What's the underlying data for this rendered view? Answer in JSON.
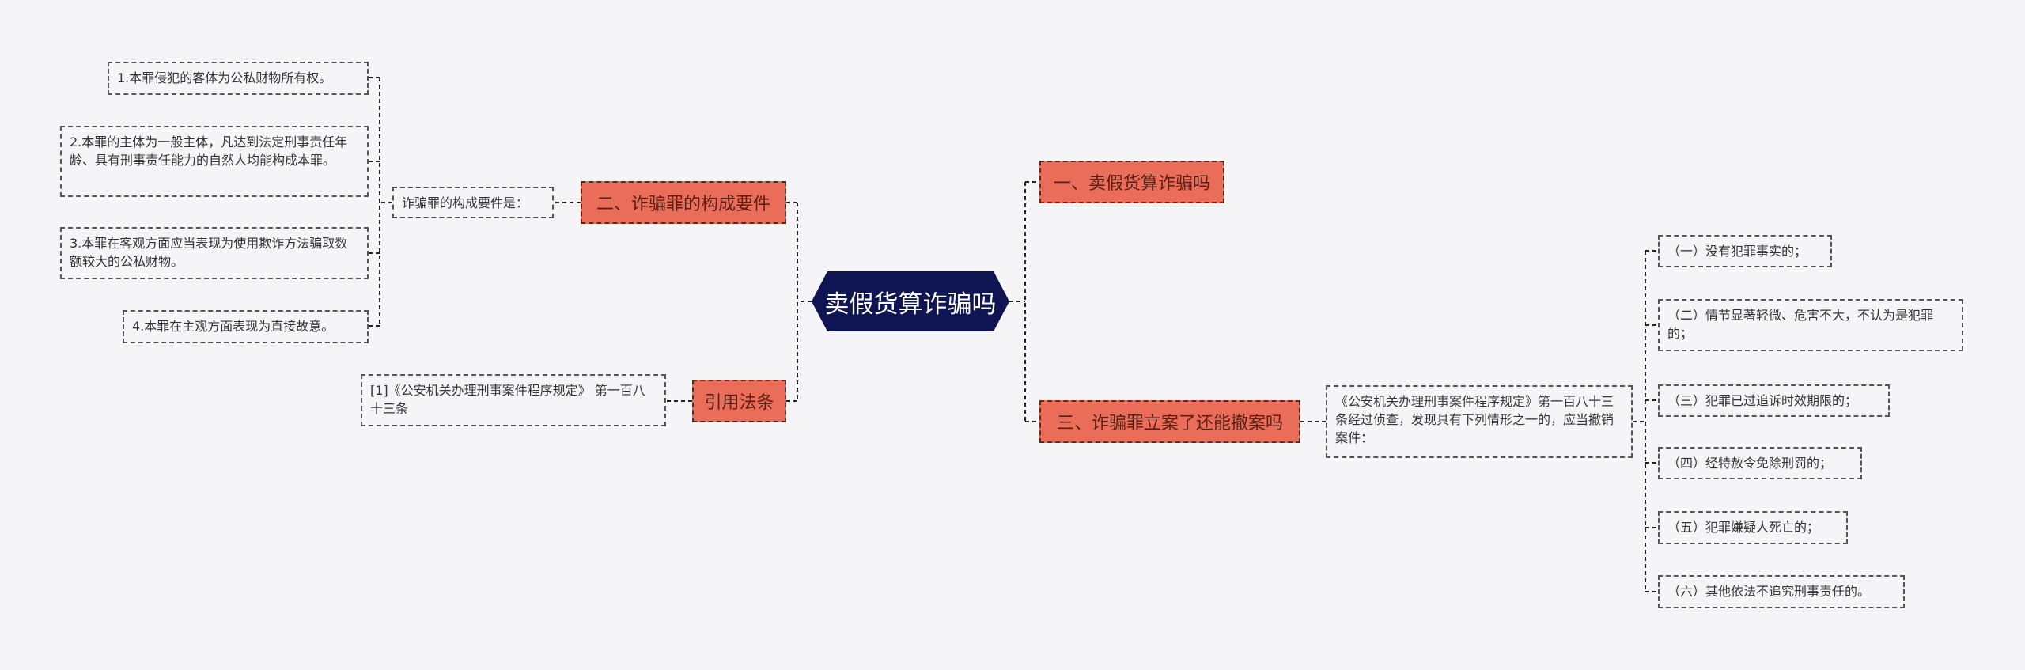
{
  "root": {
    "label": "卖假货算诈骗吗"
  },
  "branches": {
    "b1": "一、卖假货算诈骗吗",
    "b2": "二、诈骗罪的构成要件",
    "b3": "三、诈骗罪立案了还能撤案吗",
    "b4": "引用法条"
  },
  "left_mid": "诈骗罪的构成要件是：",
  "elements": [
    "1.本罪侵犯的客体为公私财物所有权。",
    "2.本罪的主体为一般主体，凡达到法定刑事责任年龄、具有刑事责任能力的自然人均能构成本罪。",
    "3.本罪在客观方面应当表现为使用欺诈方法骗取数额较大的公私财物。",
    "4.本罪在主观方面表现为直接故意。"
  ],
  "citation": "[1]《公安机关办理刑事案件程序规定》 第一百八十三条",
  "right_mid": "《公安机关办理刑事案件程序规定》第一百八十三条经过侦查，发现具有下列情形之一的，应当撤销案件：",
  "cases": [
    "（一）没有犯罪事实的；",
    "（二）情节显著轻微、危害不大，不认为是犯罪的；",
    "（三）犯罪已过追诉时效期限的；",
    "（四）经特赦令免除刑罚的；",
    "（五）犯罪嫌疑人死亡的；",
    "（六）其他依法不追究刑事责任的。"
  ],
  "colors": {
    "root_bg": "#0f1452",
    "branch_bg": "#e96d58",
    "leaf_border": "#555555",
    "background": "#f5f5f7"
  }
}
